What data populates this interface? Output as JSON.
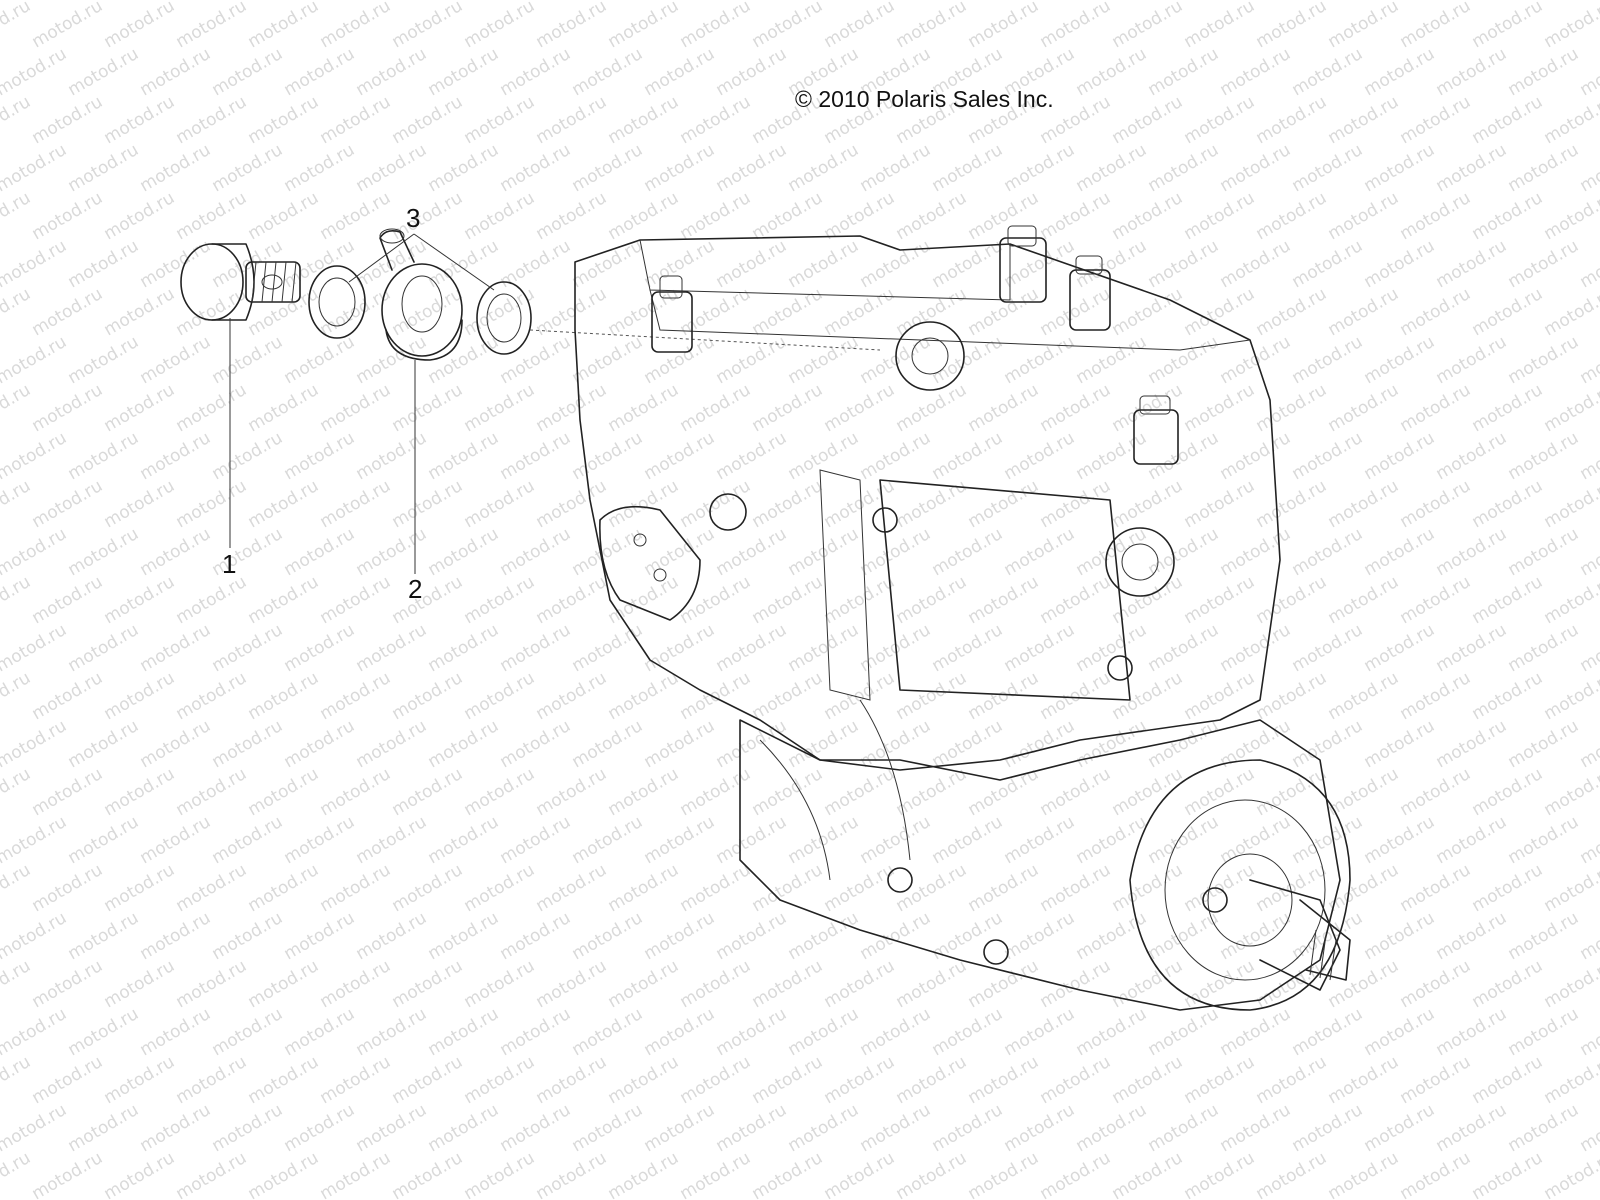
{
  "copyright": "© 2010 Polaris Sales Inc.",
  "watermark": "motod.ru",
  "callouts": {
    "c1": "1",
    "c2": "2",
    "c3": "3"
  },
  "colors": {
    "line": "#222222",
    "watermark": "#d9d9d9",
    "background": "#ffffff"
  }
}
